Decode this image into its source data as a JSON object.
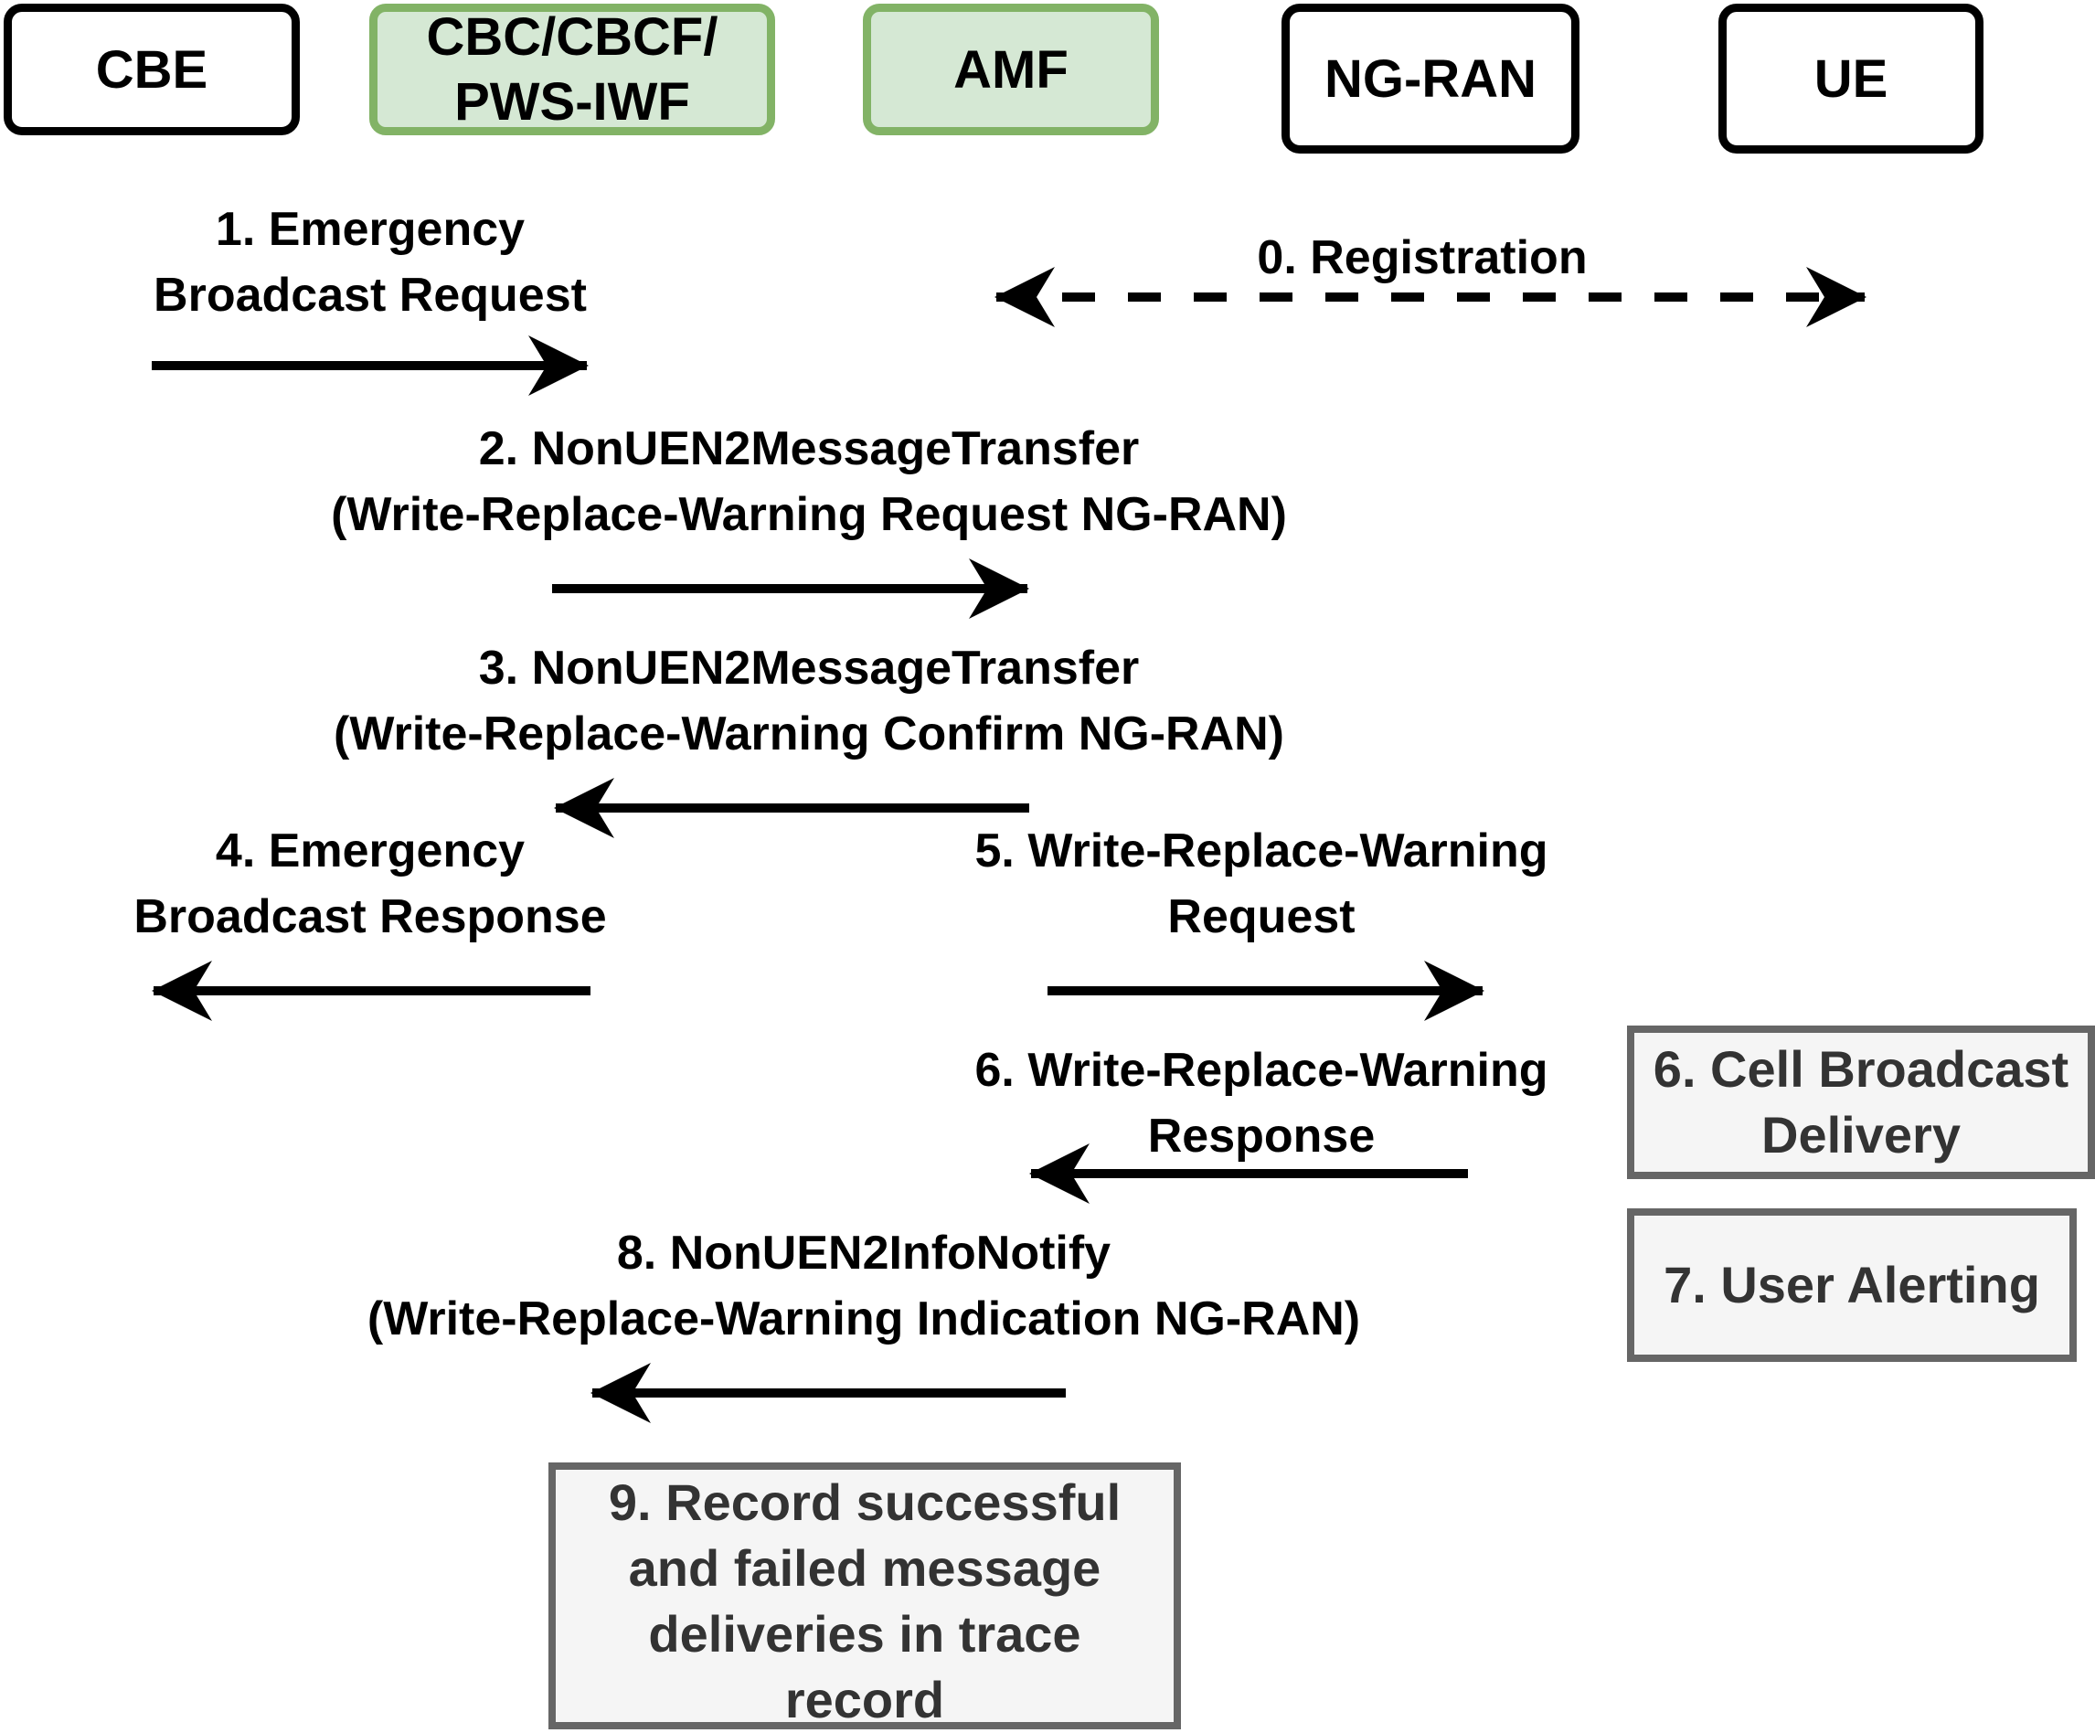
{
  "entities": {
    "cbe": "CBE",
    "cbc": "CBC/CBCF/\nPWS-IWF",
    "amf": "AMF",
    "ngran": "NG-RAN",
    "ue": "UE"
  },
  "messages": {
    "m0": "0. Registration",
    "m1": "1. Emergency\nBroadcast Request",
    "m2": "2. NonUEN2MessageTransfer\n(Write-Replace-Warning Request NG-RAN)",
    "m3": "3. NonUEN2MessageTransfer\n(Write-Replace-Warning Confirm NG-RAN)",
    "m4": "4. Emergency\nBroadcast Response",
    "m5": "5. Write-Replace-Warning\nRequest",
    "m6": "6. Write-Replace-Warning\nResponse",
    "m8": "8. NonUEN2InfoNotify\n(Write-Replace-Warning Indication NG-RAN)"
  },
  "processes": {
    "p6": "6. Cell Broadcast\nDelivery",
    "p7": "7. User Alerting",
    "p9": "9. Record successful\nand failed message\ndeliveries in trace\nrecord"
  },
  "colors": {
    "green_fill": "#d5e8d4",
    "green_border": "#82b366",
    "process_fill": "#f5f5f5",
    "process_border": "#666666",
    "process_text": "#333333"
  }
}
